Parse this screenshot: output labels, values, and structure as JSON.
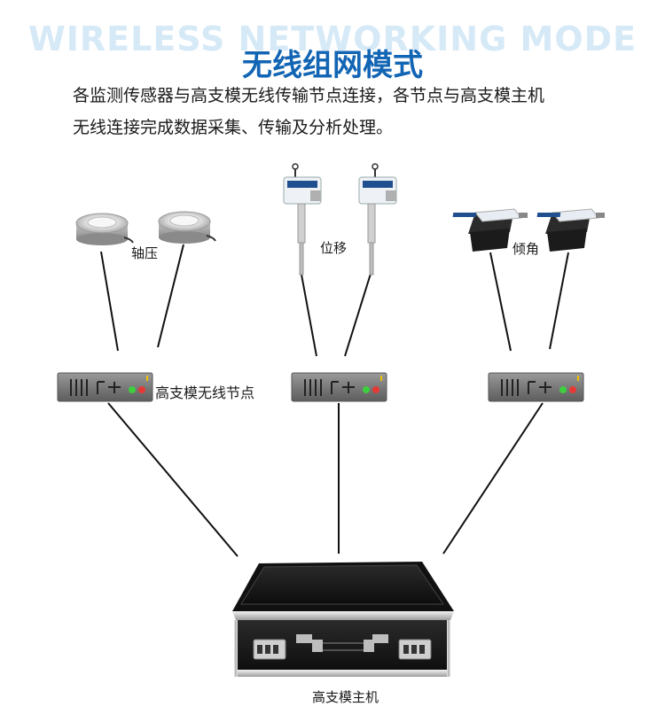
{
  "header": {
    "bg_title": "WIRELESS NETWORKING MODE",
    "title": "无线组网模式"
  },
  "description": {
    "line1": "各监测传感器与高支模无线传输节点连接，各节点与高支模主机",
    "line2": "无线连接完成数据采集、传输及分析处理。"
  },
  "sensors": {
    "axial_label": "轴压",
    "displacement_label": "位移",
    "tilt_label": "倾角"
  },
  "node_label": "高支模无线节点",
  "host_label": "高支模主机",
  "colors": {
    "title_blue": "#1265b4",
    "bg_title": "#d6e9f7",
    "led_green": "#3ecf3e",
    "led_red": "#e53935",
    "sensor_blue": "#1f4f8f"
  }
}
